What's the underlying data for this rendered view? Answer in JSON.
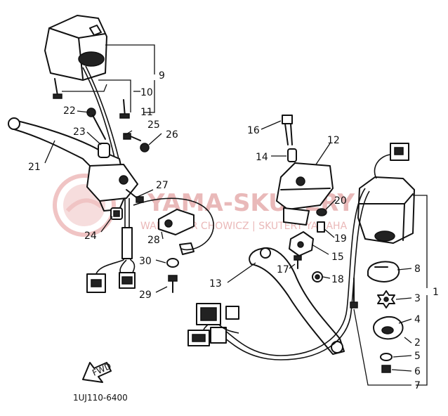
{
  "diagram": {
    "drawing_code": "1UJ110-6400",
    "watermark": {
      "brand": "YAMA-SKUTERY",
      "subtitle": "WALDEMAR CHOWICZ | SKUTERY YAMAHA"
    },
    "direction_arrow_label": "FWD",
    "callouts": {
      "p1": "1",
      "p2": "2",
      "p3": "3",
      "p4": "4",
      "p5": "5",
      "p6": "6",
      "p7": "7",
      "p8": "8",
      "p9": "9",
      "p10": "10",
      "p11": "11",
      "p12": "12",
      "p13": "13",
      "p14": "14",
      "p15": "15",
      "p16": "16",
      "p17": "17",
      "p18": "18",
      "p19": "19",
      "p20": "20",
      "p21": "21",
      "p22": "22",
      "p23": "23",
      "p24": "24",
      "p25": "25",
      "p26": "26",
      "p27": "27",
      "p28": "28",
      "p29": "29",
      "p30": "30"
    }
  }
}
